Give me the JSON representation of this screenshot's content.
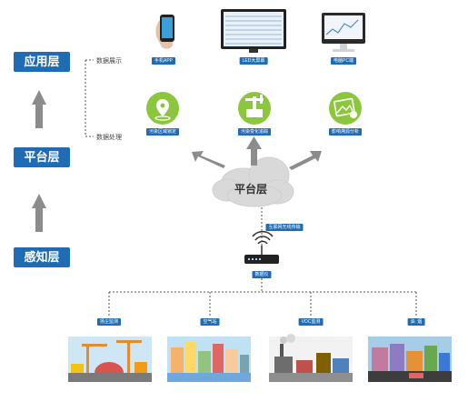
{
  "layers": {
    "application": "应用层",
    "platform": "平台层",
    "perception": "感知层"
  },
  "side_labels": {
    "data_display": "数据展示",
    "data_processing": "数据处理"
  },
  "devices": [
    {
      "label": "手机APP",
      "icon": "phone-icon"
    },
    {
      "label": "LED大屏幕",
      "icon": "led-screen-icon"
    },
    {
      "label": "电脑PC端",
      "icon": "pc-monitor-icon"
    }
  ],
  "functions": [
    {
      "label": "污染区域锁定",
      "icon": "location-pin-icon"
    },
    {
      "label": "污染变化追踪",
      "icon": "oil-pump-icon"
    },
    {
      "label": "影响溯源分析",
      "icon": "landscape-image-icon"
    }
  ],
  "cloud_label": "平台层",
  "transmission_label": "互联网无线传输",
  "collector_label": "数据仪",
  "sites": [
    {
      "label": "扬尘监测"
    },
    {
      "label": "空气站"
    },
    {
      "label": "VOC监测"
    },
    {
      "label": "油  烟"
    }
  ],
  "colors": {
    "accent": "#1f6cb5",
    "icon_green": "#8cc63f",
    "arrow_gray": "#8c8c8c"
  }
}
